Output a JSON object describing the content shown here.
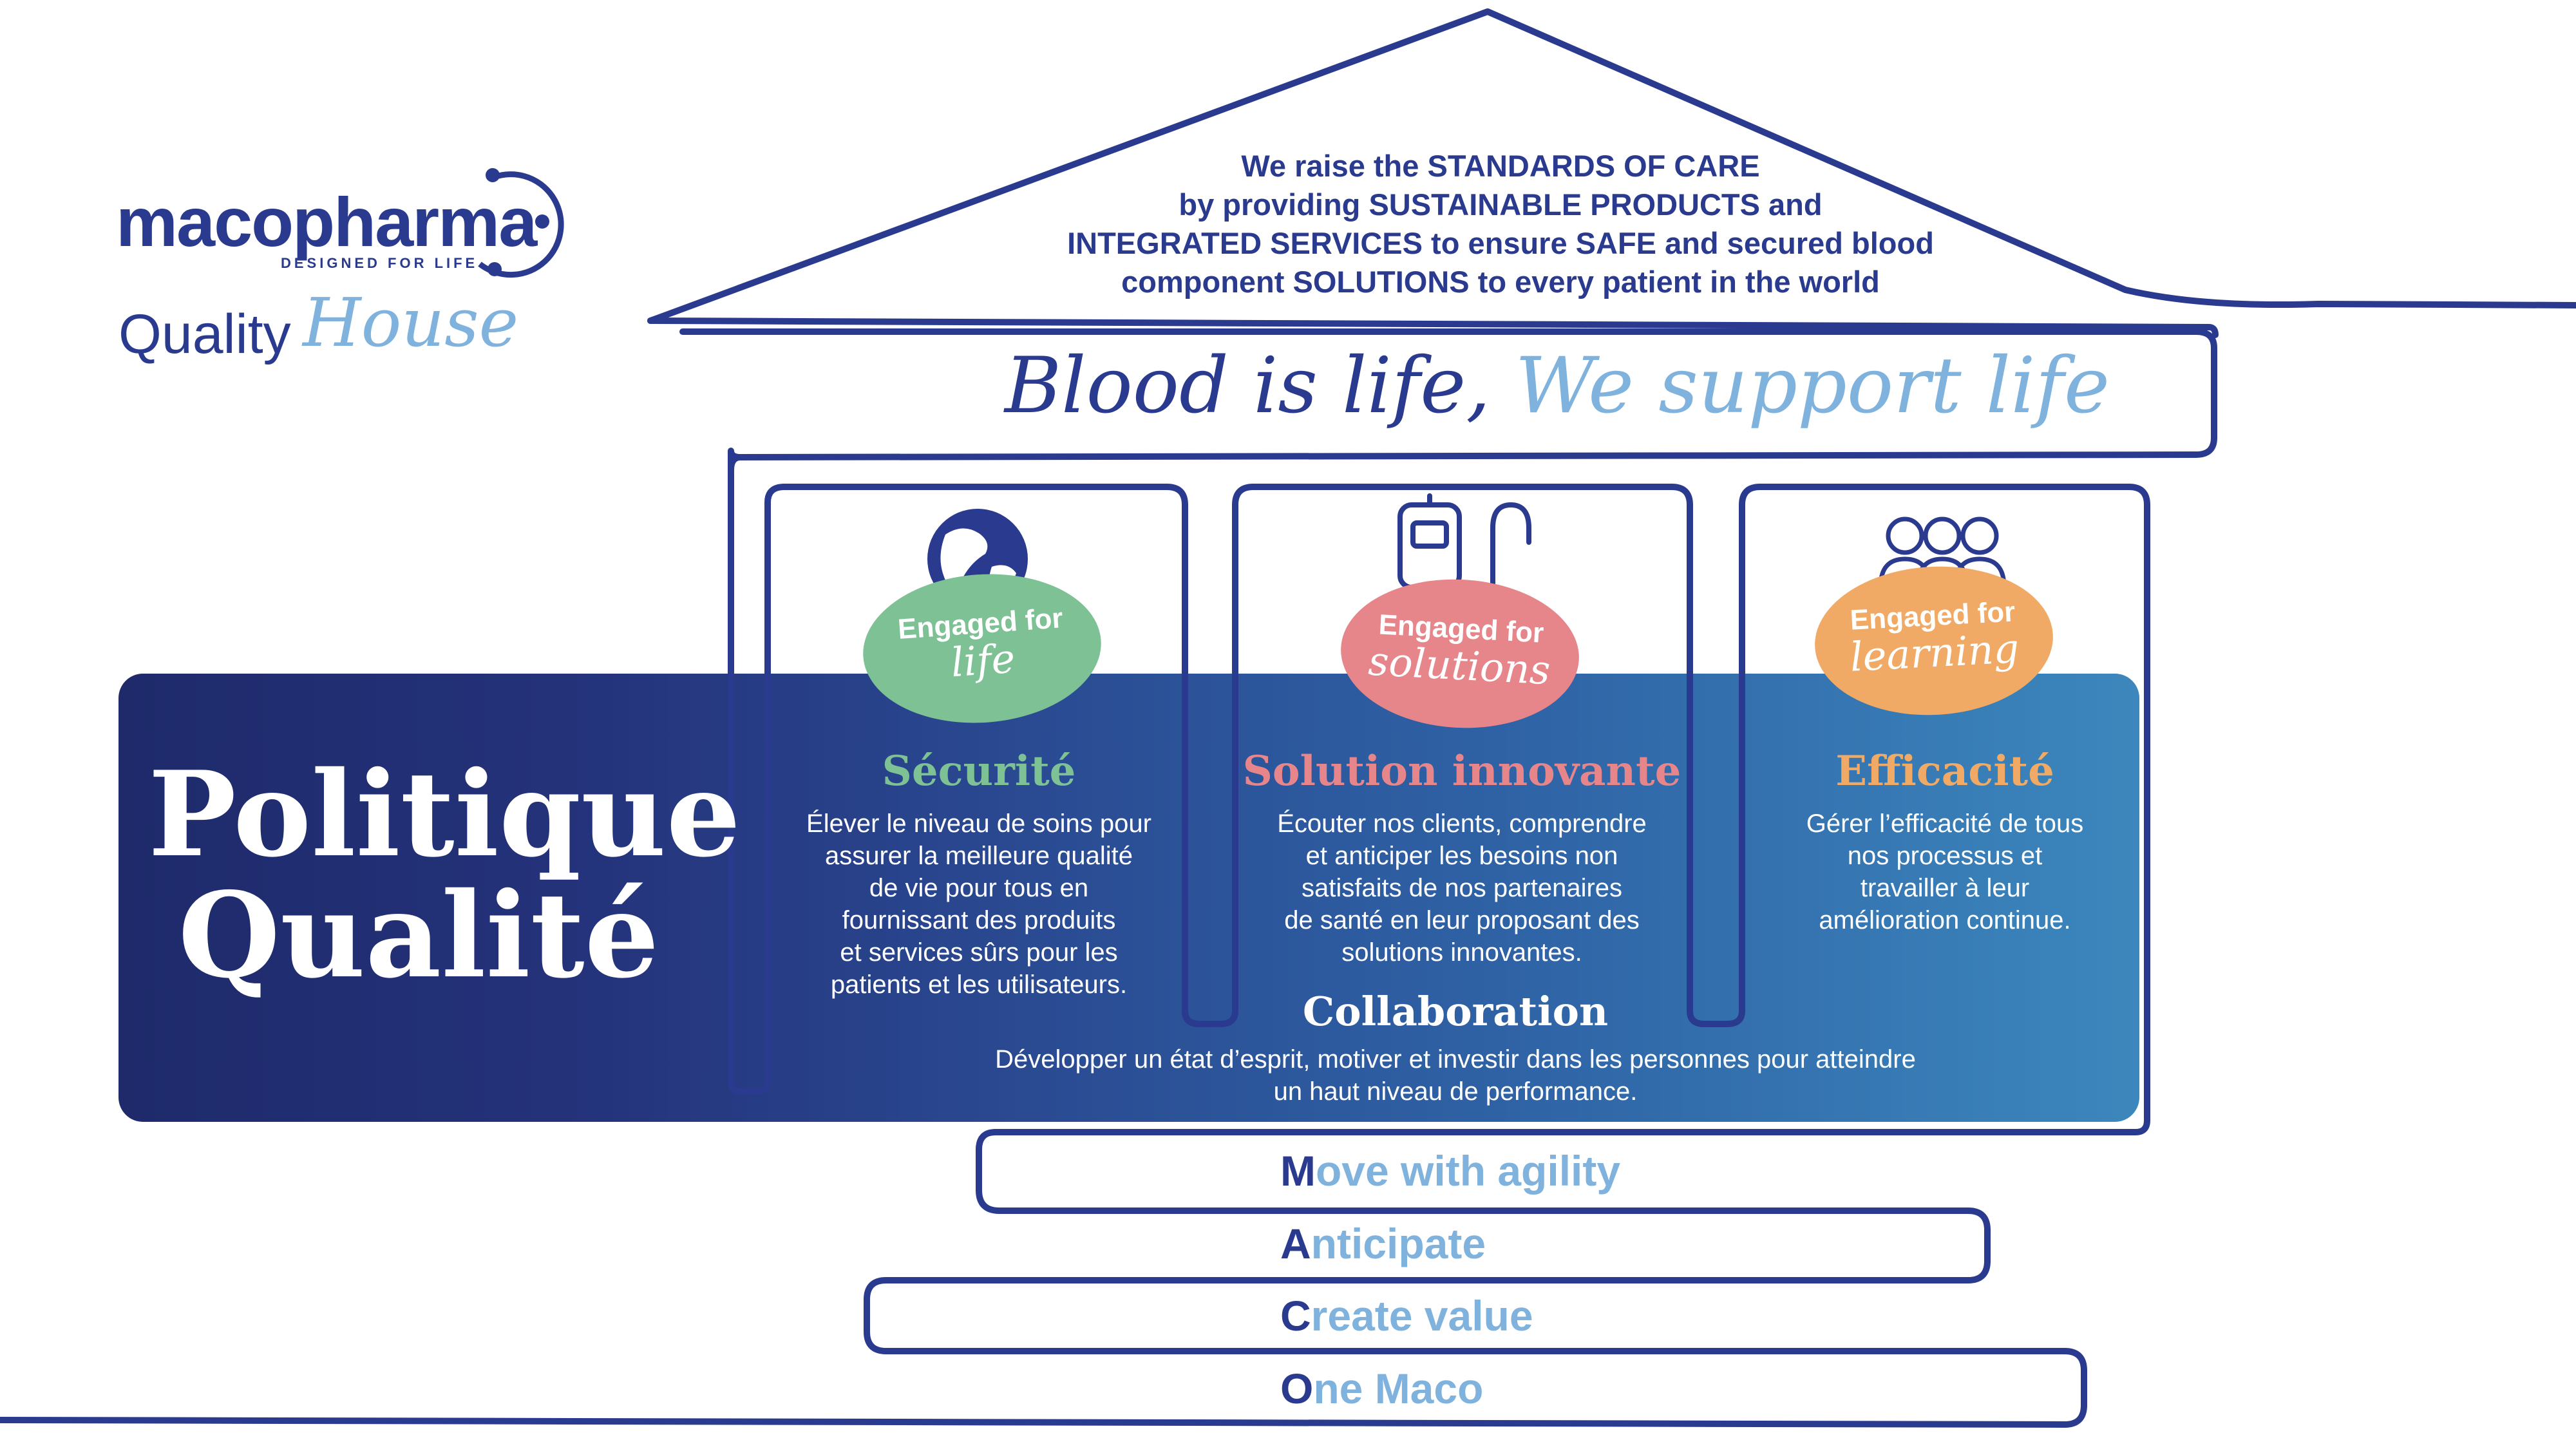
{
  "logo": {
    "brand": "macopharma",
    "tagline": "DESIGNED FOR LIFE",
    "quality": "Quality",
    "house": "House"
  },
  "roof": {
    "lines": [
      "We raise the STANDARDS OF CARE",
      "by providing SUSTAINABLE PRODUCTS and",
      "INTEGRATED SERVICES to ensure SAFE and secured blood",
      "component SOLUTIONS to every patient in the world"
    ]
  },
  "motto": {
    "part1": "Blood is life,",
    "part2": "We support life"
  },
  "politique": {
    "line1": "Politique",
    "line2": "Qualité"
  },
  "pillars": [
    {
      "icon": "globe-icon",
      "engaged": "Engaged for",
      "word": "life",
      "title": "Sécurité",
      "text": [
        "Élever le niveau de soins pour",
        "assurer la meilleure qualité",
        "de vie pour tous en",
        "fournissant des produits",
        "et services sûrs pour les",
        "patients et les utilisateurs."
      ]
    },
    {
      "icon": "blood-bag-icon",
      "engaged": "Engaged for",
      "word": "solutions",
      "title": "Solution innovante",
      "text": [
        "Écouter nos clients, comprendre",
        "et anticiper les besoins non",
        "satisfaits de nos partenaires",
        "de santé en leur proposant des",
        "solutions innovantes."
      ]
    },
    {
      "icon": "people-group-icon",
      "engaged": "Engaged for",
      "word": "learning",
      "title": "Efficacité",
      "text": [
        "Gérer l’efficacité de tous",
        "nos processus et",
        "travailler à leur",
        "amélioration continue."
      ]
    }
  ],
  "collaboration": {
    "title": "Collaboration",
    "text": [
      "Développer un état d’esprit, motiver et investir dans les personnes pour atteindre",
      "un haut niveau de performance."
    ]
  },
  "steps": [
    {
      "initial": "M",
      "rest": "ove with agility"
    },
    {
      "initial": "A",
      "rest": "nticipate"
    },
    {
      "initial": "C",
      "rest": "reate value"
    },
    {
      "initial": "O",
      "rest": "ne Maco"
    }
  ],
  "colors": {
    "navy": "#2a3a8f",
    "light_blue": "#7fb2dc",
    "green": "#7dc195",
    "pink": "#e6868a",
    "orange": "#f0aa65"
  }
}
